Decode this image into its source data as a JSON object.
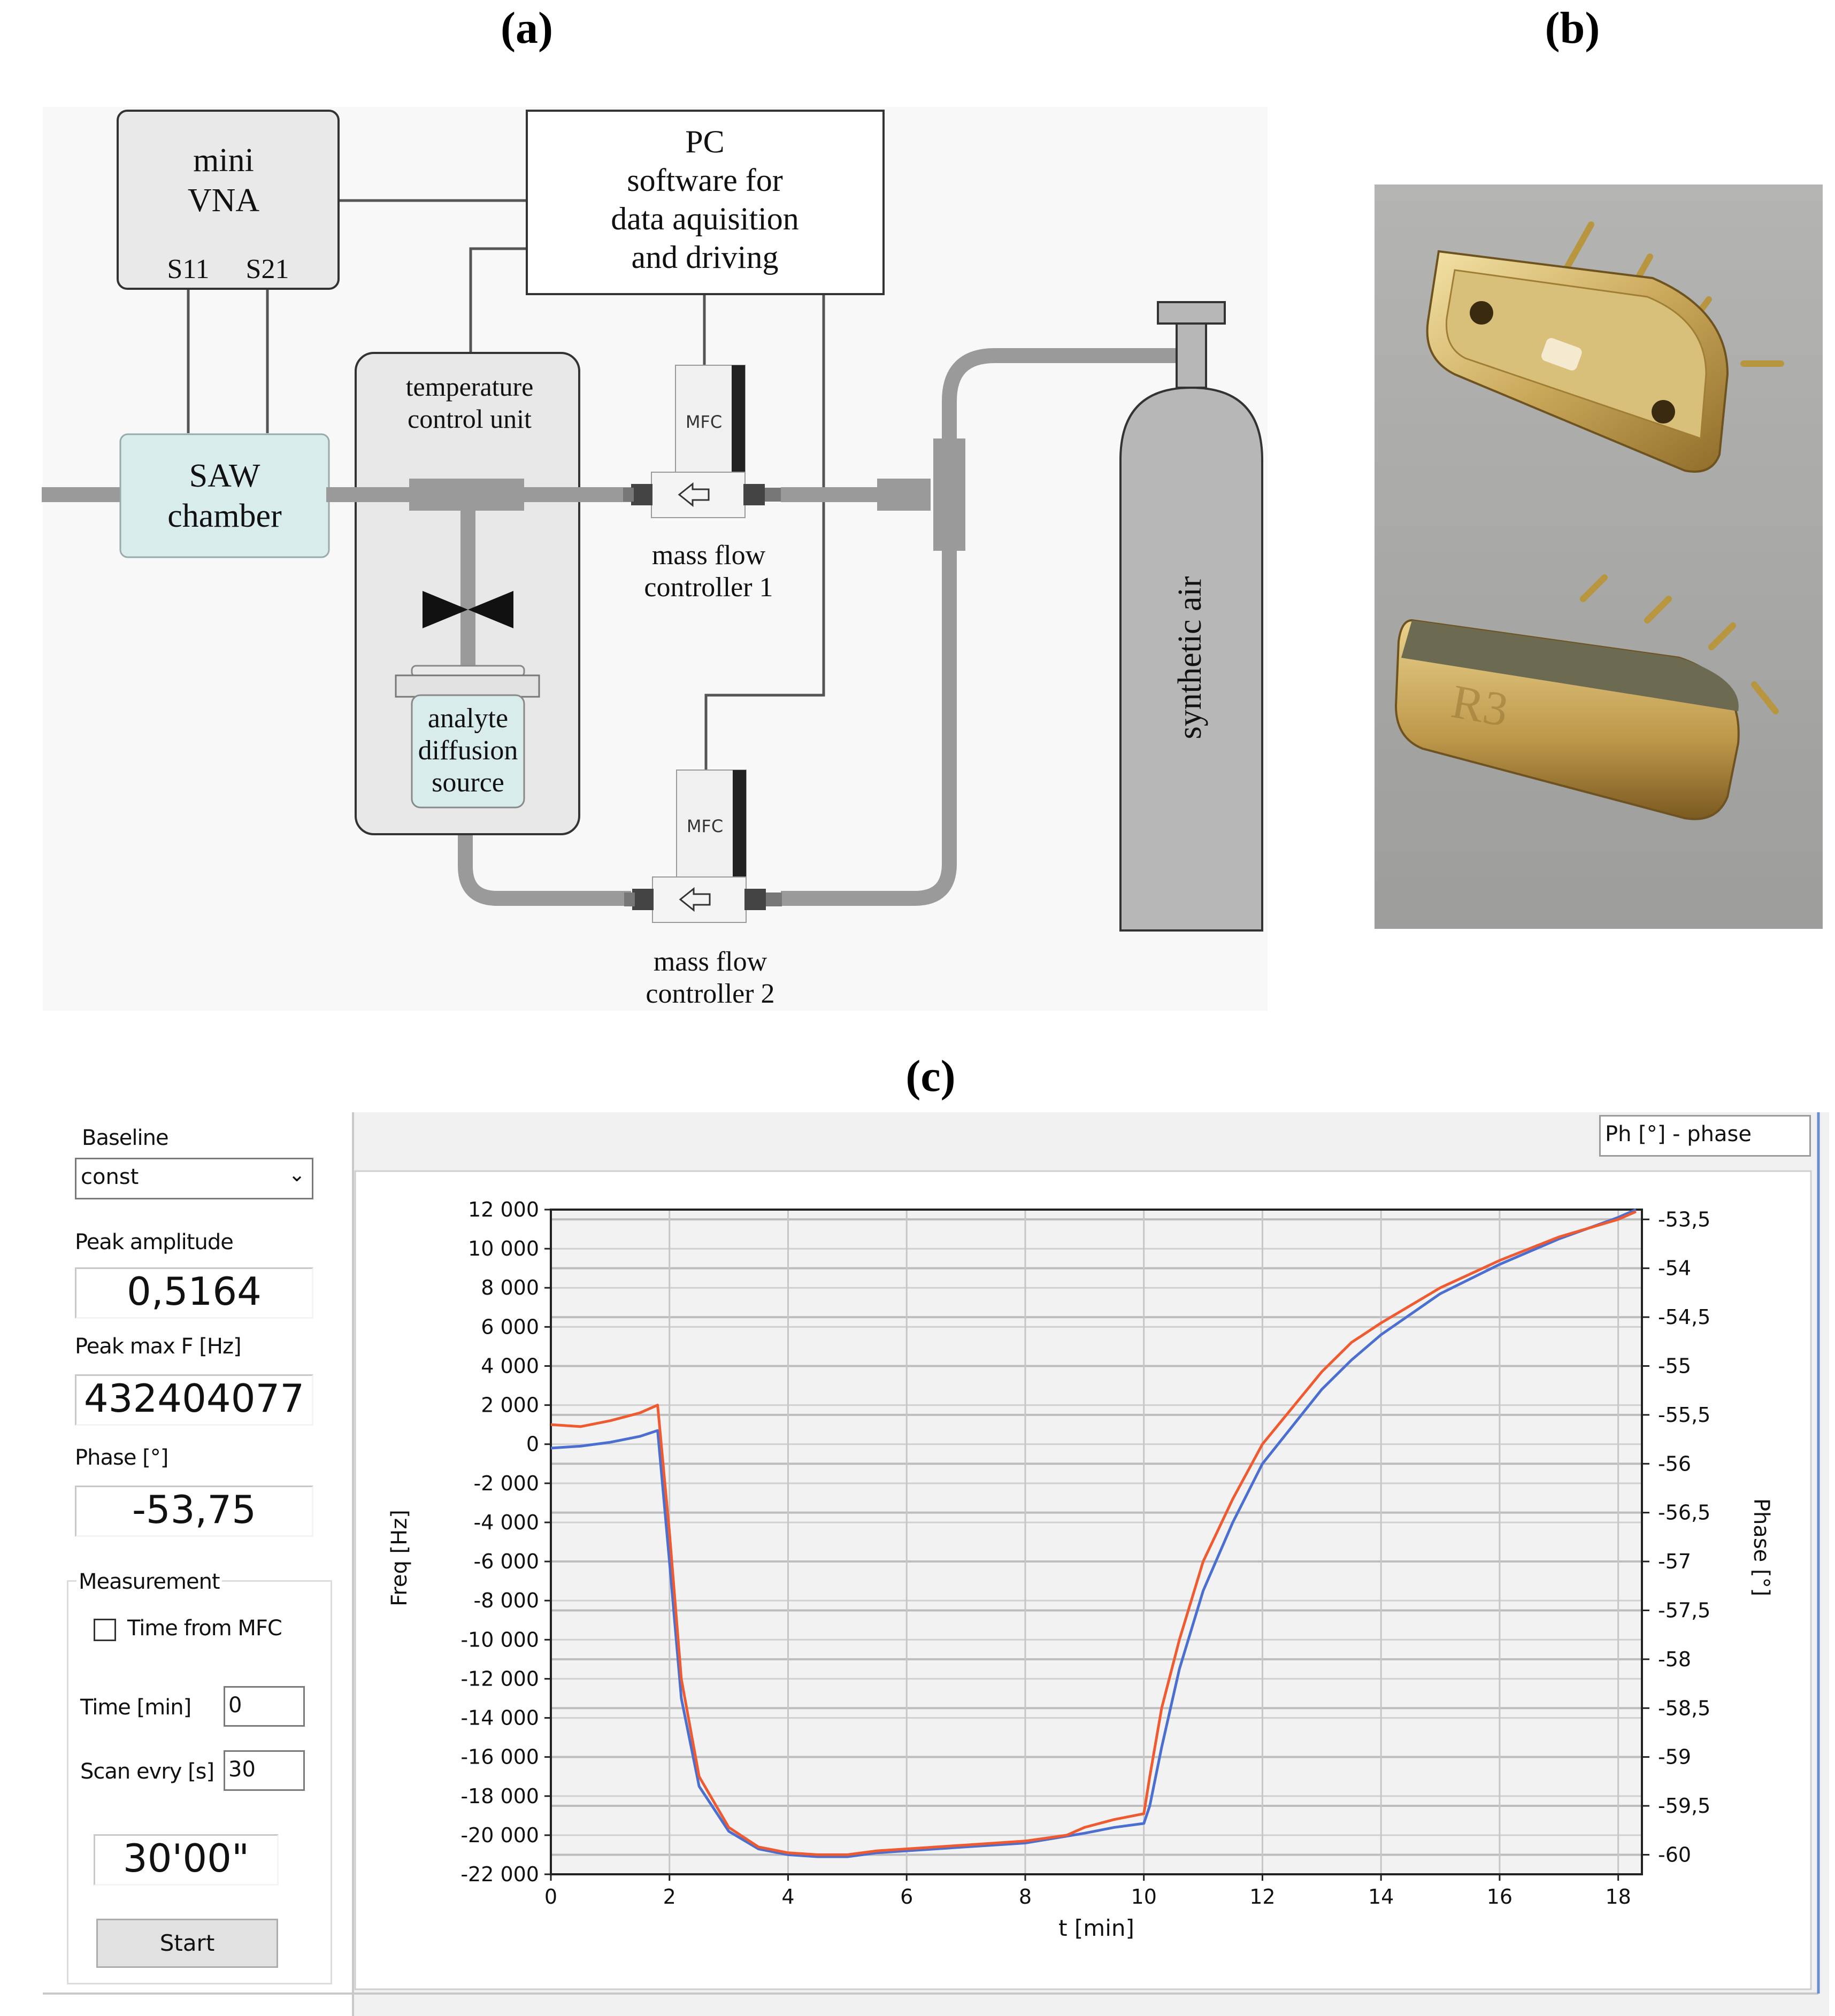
{
  "panel_labels": {
    "a": "(a)",
    "b": "(b)",
    "c": "(c)"
  },
  "schematic": {
    "vna": {
      "line1": "mini",
      "line2": "VNA",
      "port1": "S11",
      "port2": "S21"
    },
    "pc": {
      "line1": "PC",
      "line2": "software for",
      "line3": "data aquisition",
      "line4": "and driving"
    },
    "saw": {
      "line1": "SAW",
      "line2": "chamber"
    },
    "temperature_unit": {
      "line1": "temperature",
      "line2": "control unit"
    },
    "analyte": {
      "line1": "analyte",
      "line2": "diffusion",
      "line3": "source"
    },
    "mfc_badge": "MFC",
    "mfc1": {
      "line1": "mass flow",
      "line2": "controller 1"
    },
    "mfc2": {
      "line1": "mass flow",
      "line2": "controller 2"
    },
    "cylinder": "synthetic air",
    "colors": {
      "pipe": "#9a9a9a",
      "box_fill": "#e9e9e9",
      "saw_fill": "#d8ecec",
      "cylinder": "#b7b7b7"
    }
  },
  "photo": {
    "marking": "R3"
  },
  "software": {
    "baseline_label": "Baseline",
    "baseline_value": "const",
    "peak_amplitude_label": "Peak amplitude",
    "peak_amplitude_value": "0,5164",
    "peak_max_label": "Peak max F [Hz]",
    "peak_max_value": "432404077",
    "phase_label": "Phase [°]",
    "phase_value": "-53,75",
    "measurement_label": "Measurement",
    "time_from_mfc_label": "Time from MFC",
    "time_label": "Time [min]",
    "time_value": "0",
    "scan_label": "Scan evry [s]",
    "scan_value": "30",
    "timer_value": "30'00\"",
    "start_label": "Start",
    "series_select": "Ph [°] - phase"
  },
  "chart_data": {
    "type": "line",
    "xlabel": "t [min]",
    "ylabel": "Freq [Hz]",
    "y2label": "Phase [°]",
    "xlim": [
      0,
      18.4
    ],
    "ylim": [
      -22000,
      12000
    ],
    "y2lim": [
      -60.2,
      -53.4
    ],
    "x_ticks": [
      0,
      2,
      4,
      6,
      8,
      10,
      12,
      14,
      16,
      18
    ],
    "y_ticks": [
      "12 000",
      "10 000",
      "8 000",
      "6 000",
      "4 000",
      "2 000",
      "0",
      "-2 000",
      "-4 000",
      "-6 000",
      "-8 000",
      "-10 000",
      "-12 000",
      "-14 000",
      "-16 000",
      "-18 000",
      "-20 000",
      "-22 000"
    ],
    "y_tick_values": [
      12000,
      10000,
      8000,
      6000,
      4000,
      2000,
      0,
      -2000,
      -4000,
      -6000,
      -8000,
      -10000,
      -12000,
      -14000,
      -16000,
      -18000,
      -20000,
      -22000
    ],
    "y2_ticks": [
      "-53,5",
      "-54",
      "-54,5",
      "-55",
      "-55,5",
      "-56",
      "-56,5",
      "-57",
      "-57,5",
      "-58",
      "-58,5",
      "-59",
      "-59,5",
      "-60"
    ],
    "y2_tick_values": [
      -53.5,
      -54,
      -54.5,
      -55,
      -55.5,
      -56,
      -56.5,
      -57,
      -57.5,
      -58,
      -58.5,
      -59,
      -59.5,
      -60
    ],
    "grid": true,
    "series": [
      {
        "color": "#4a6fd0",
        "axis": "left",
        "x": [
          0,
          0.5,
          1,
          1.5,
          1.8,
          2.0,
          2.2,
          2.5,
          3,
          3.5,
          4,
          4.5,
          5,
          5.5,
          6,
          7,
          8,
          9,
          9.5,
          10,
          10.1,
          10.3,
          10.6,
          11,
          11.5,
          12,
          13,
          13.5,
          14,
          15,
          16,
          17,
          18,
          18.3
        ],
        "y": [
          -200,
          -100,
          100,
          400,
          700,
          -6000,
          -13000,
          -17500,
          -19800,
          -20700,
          -21000,
          -21100,
          -21100,
          -20900,
          -20800,
          -20600,
          -20400,
          -19900,
          -19600,
          -19400,
          -18500,
          -15500,
          -11500,
          -7500,
          -4000,
          -1000,
          2800,
          4300,
          5600,
          7700,
          9200,
          10500,
          11600,
          12000
        ]
      },
      {
        "color": "#f05a30",
        "axis": "left",
        "x": [
          0,
          0.5,
          1,
          1.5,
          1.8,
          2.0,
          2.2,
          2.5,
          3,
          3.5,
          4,
          4.5,
          5,
          5.5,
          6,
          7,
          8,
          8.7,
          9,
          9.5,
          10,
          10.1,
          10.3,
          10.6,
          11,
          11.5,
          12,
          13,
          13.5,
          14,
          15,
          16,
          17,
          18,
          18.3
        ],
        "y": [
          1000,
          900,
          1200,
          1600,
          2000,
          -4500,
          -12000,
          -17000,
          -19600,
          -20600,
          -20900,
          -21000,
          -21000,
          -20800,
          -20700,
          -20500,
          -20300,
          -20000,
          -19600,
          -19200,
          -18900,
          -17000,
          -13500,
          -10000,
          -6000,
          -2800,
          0,
          3700,
          5200,
          6200,
          8000,
          9400,
          10600,
          11500,
          11900
        ]
      }
    ]
  }
}
